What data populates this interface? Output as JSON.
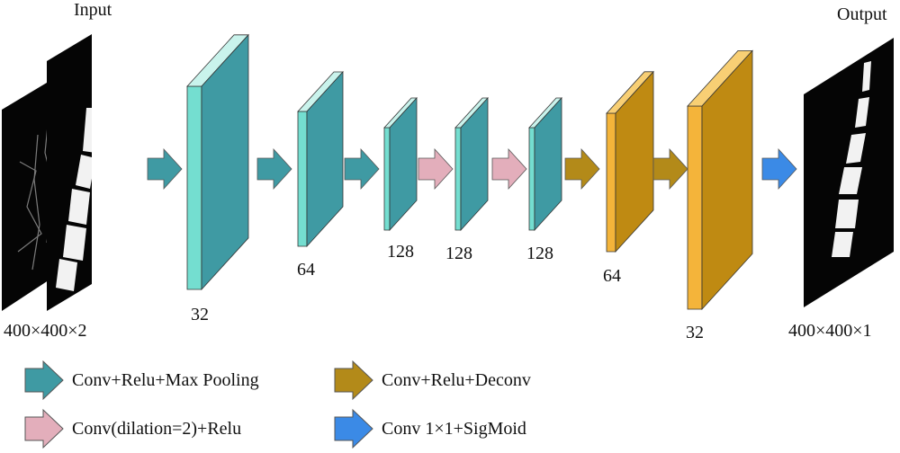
{
  "labels": {
    "input_title": "Input",
    "output_title": "Output",
    "input_size": "400×400×2",
    "output_size": "400×400×1",
    "enc1": "32",
    "enc2": "64",
    "enc3": "128",
    "dil1": "128",
    "dil2": "128",
    "dec1": "64",
    "dec2": "32"
  },
  "legend": [
    {
      "text": "Conv+Relu+Max Pooling",
      "color": "#3f9aa3"
    },
    {
      "text": "Conv(dilation=2)+Relu",
      "color": "#e3aebb"
    },
    {
      "text": "Conv+Relu+Deconv",
      "color": "#b38a19"
    },
    {
      "text": "Conv 1×1+SigMoid",
      "color": "#3b8ae6"
    }
  ],
  "colors": {
    "teal_front": "#74ded0",
    "teal_side": "#3f9aa3",
    "orange_front": "#f4b43a",
    "orange_side": "#bf8a12",
    "arrow_teal": "#3f9aa3",
    "arrow_pink": "#e3aebb",
    "arrow_gold": "#b38a19",
    "arrow_blue": "#3b8ae6"
  }
}
